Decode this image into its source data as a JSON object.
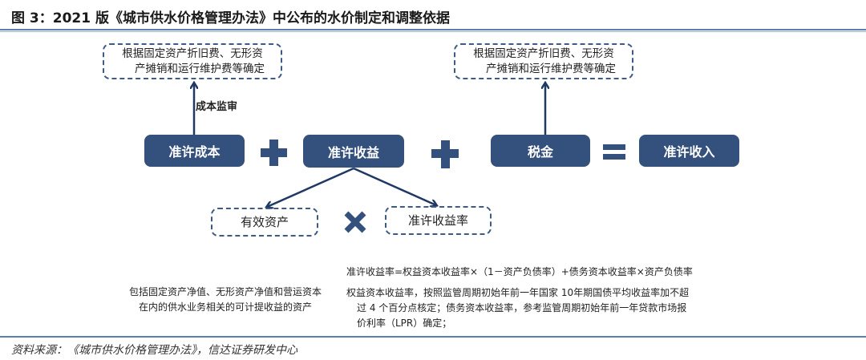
{
  "title": "图 3：2021 版《城市供水价格管理办法》中公布的水价制定和调整依据",
  "top_left_note": [
    "根据固定资产折旧费、无形资",
    "产摊销和运行维护费等确定"
  ],
  "top_right_note": [
    "根据固定资产折旧费、无形资",
    "产摊销和运行维护费等确定"
  ],
  "cost_review_label": "成本监审",
  "boxes": {
    "allowed_cost": "准许成本",
    "allowed_return": "准许收益",
    "tax": "税金",
    "allowed_revenue": "准许收入"
  },
  "effective_assets": "有效资产",
  "allowed_return_rate": "准许收益率",
  "assets_note": [
    "包括固定资产净值、无形资产净值和营运资本",
    "在内的供水业务相关的可计提收益的资产"
  ],
  "formula": "准许收益率=权益资本收益率×（1－资产负债率）+债务资本收益率×资产负债率",
  "rate_note": [
    "权益资本收益率，按照监管周期初始年前一年国家 10年期国债平均收益率加不超",
    "过 4 个百分点核定；债务资本收益率，参考监管周期初始年前一年贷款市场报",
    "价利率（LPR）确定；"
  ],
  "source": "资料来源：《城市供水价格管理办法》，信达证券研发中心",
  "colors": {
    "box": "#34507c",
    "arrow": "#1f3864"
  }
}
